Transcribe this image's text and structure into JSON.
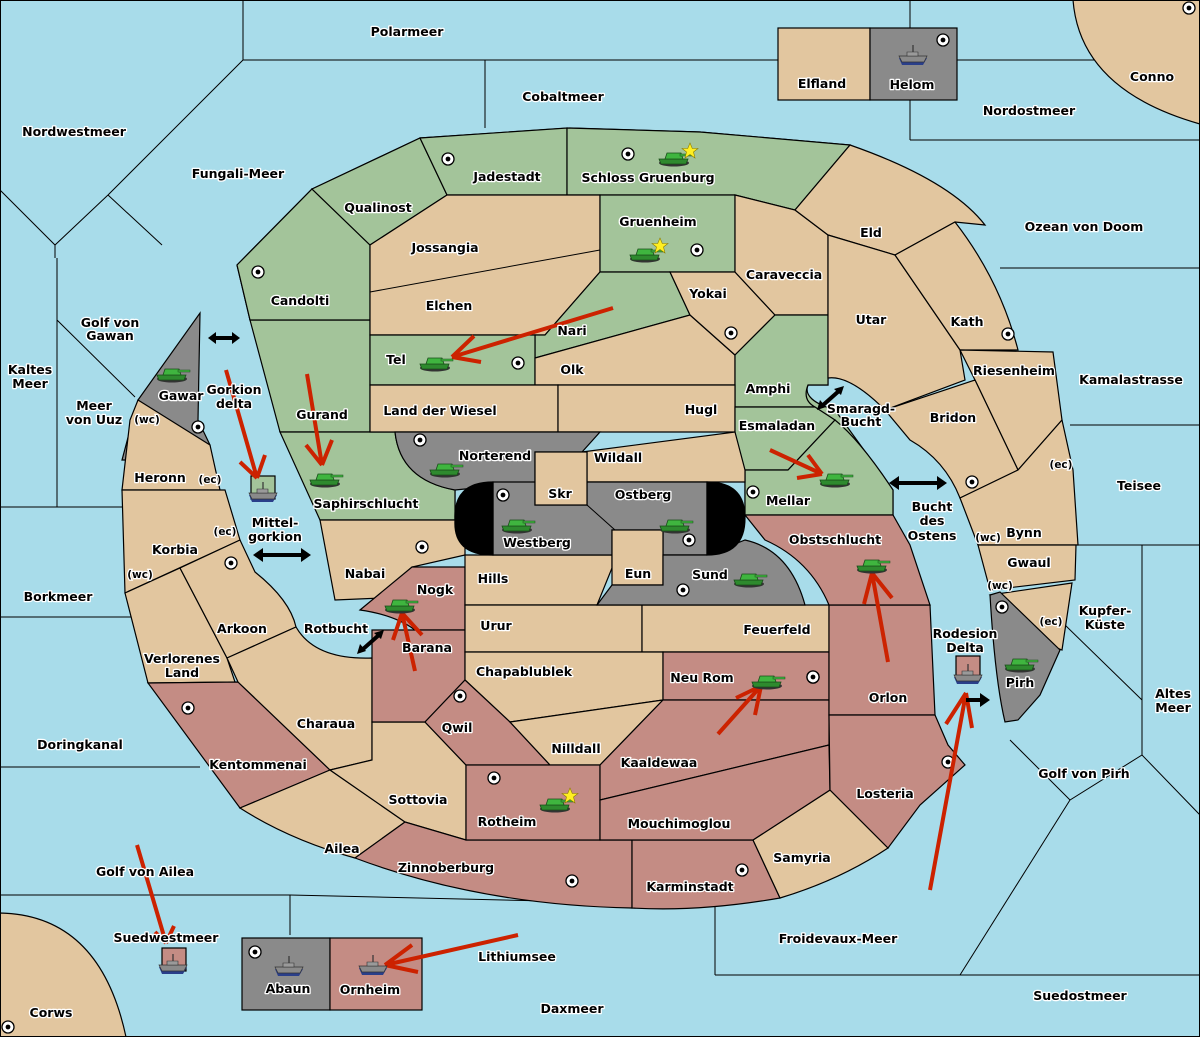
{
  "map": {
    "colors": {
      "sea": "#a8dcea",
      "neutral": "#e2c69f",
      "green_power": "#a3c49a",
      "red_power": "#c48c84",
      "grey_power": "#8a8a8a",
      "impassable": "#000000",
      "order_arrow": "#cc2200"
    },
    "seas": {
      "polarmeer": "Polarmeer",
      "cobaltmeer": "Cobaltmeer",
      "nordwestmeer": "Nordwestmeer",
      "fungali_meer": "Fungali-Meer",
      "nordostmeer": "Nordostmeer",
      "ozean_von_doom": "Ozean von Doom",
      "golf_von_gawan": "Golf von\nGawan",
      "kaltes_meer_1": "Kaltes",
      "kaltes_meer_2": "Meer",
      "meer_von_uuz_1": "Meer",
      "meer_von_uuz_2": "von Uuz",
      "gorkion_delta_1": "Gorkion",
      "gorkion_delta_2": "delta",
      "mittelgorkion_1": "Mittel-",
      "mittelgorkion_2": "gorkion",
      "smaragd_bucht_1": "Smaragd-",
      "smaragd_bucht_2": "Bucht",
      "bucht_des_ostens_1": "Bucht",
      "bucht_des_ostens_2": "des",
      "bucht_des_ostens_3": "Ostens",
      "kamalastrasse": "Kamalastrasse",
      "teisee": "Teisee",
      "borkmeer": "Borkmeer",
      "rotbucht": "Rotbucht",
      "kupfer_kueste_1": "Kupfer-",
      "kupfer_kueste_2": "Küste",
      "altes_meer_1": "Altes",
      "altes_meer_2": "Meer",
      "rodesion_delta_1": "Rodesion",
      "rodesion_delta_2": "Delta",
      "doringkanal": "Doringkanal",
      "golf_von_pirh": "Golf von Pirh",
      "golf_von_ailea": "Golf von Ailea",
      "suedwestmeer": "Suedwestmeer",
      "lithiumsee": "Lithiumsee",
      "froidevaux_meer": "Froidevaux-Meer",
      "daxmeer": "Daxmeer",
      "suedostmeer": "Suedostmeer"
    },
    "lands": {
      "elfland": "Elfland",
      "helom": "Helom",
      "conno": "Conno",
      "jadestadt": "Jadestadt",
      "schloss_gruenburg": "Schloss Gruenburg",
      "qualinost": "Qualinost",
      "jossangia": "Jossangia",
      "gruenheim": "Gruenheim",
      "eld": "Eld",
      "candolti": "Candolti",
      "elchen": "Elchen",
      "caraveccia": "Caraveccia",
      "yokai": "Yokai",
      "nari": "Nari",
      "utar": "Utar",
      "kath": "Kath",
      "tel": "Tel",
      "olk": "Olk",
      "gawar": "Gawar",
      "amphi": "Amphi",
      "riesenheim": "Riesenheim",
      "gurand": "Gurand",
      "land_der_wiesel": "Land der Wiesel",
      "hugl": "Hugl",
      "esmaladan": "Esmaladan",
      "bridon": "Bridon",
      "heronn": "Heronn",
      "norterend": "Norterend",
      "wildall": "Wildall",
      "skr": "Skr",
      "ostberg": "Ostberg",
      "saphirschlucht": "Saphirschlucht",
      "mellar": "Mellar",
      "westberg": "Westberg",
      "bynn": "Bynn",
      "obstschlucht": "Obstschlucht",
      "korbia": "Korbia",
      "nabai": "Nabai",
      "eun": "Eun",
      "sund": "Sund",
      "gwaul": "Gwaul",
      "hills": "Hills",
      "nogk": "Nogk",
      "arkoon": "Arkoon",
      "urur": "Urur",
      "feuerfeld": "Feuerfeld",
      "barana": "Barana",
      "pirh": "Pirh",
      "verlorenes_land_1": "Verlorenes",
      "verlorenes_land_2": "Land",
      "chapablublek": "Chapablublek",
      "neu_rom": "Neu Rom",
      "orlon": "Orlon",
      "charaua": "Charaua",
      "qwil": "Qwil",
      "nilldall": "Nilldall",
      "kentommenai": "Kentommenai",
      "kaaldewaa": "Kaaldewaa",
      "sottovia": "Sottovia",
      "losteria": "Losteria",
      "rotheim": "Rotheim",
      "mouchimoglou": "Mouchimoglou",
      "ailea": "Ailea",
      "samyria": "Samyria",
      "zinnoberburg": "Zinnoberburg",
      "karminstadt": "Karminstadt",
      "abaun": "Abaun",
      "ornheim": "Ornheim",
      "corws": "Corws"
    },
    "coast_markers": {
      "wc": "(wc)",
      "ec": "(ec)"
    }
  }
}
